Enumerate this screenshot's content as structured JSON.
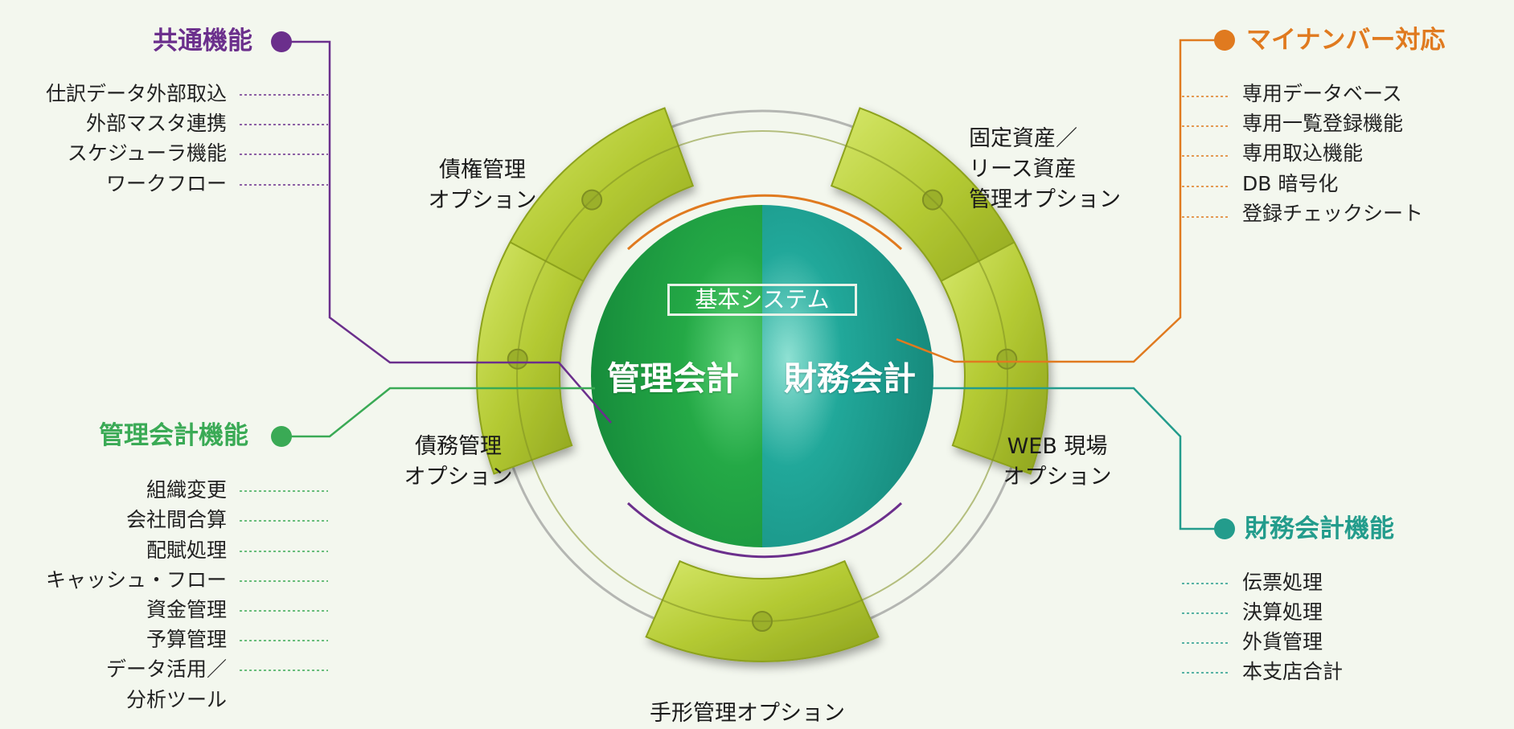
{
  "colors": {
    "common": "#6b2f8c",
    "mynumber": "#e07a1f",
    "mgmt": "#3aaa55",
    "finance": "#239c8c",
    "ring": "#b3c932",
    "mgmt_fill": "#24a946",
    "finance_fill": "#21a89a"
  },
  "center": {
    "basic_system": "基本システム",
    "management_accounting": "管理会計",
    "financial_accounting": "財務会計"
  },
  "options": {
    "credit": [
      "債権管理",
      "オプション"
    ],
    "fixed_assets": [
      "固定資産／",
      "リース資産",
      "管理オプション"
    ],
    "debt": [
      "債務管理",
      "オプション"
    ],
    "web": [
      "WEB 現場",
      "オプション"
    ],
    "bill": "手形管理オプション"
  },
  "common_functions": {
    "title": "共通機能",
    "items": [
      "仕訳データ外部取込",
      "外部マスタ連携",
      "スケジューラ機能",
      "ワークフロー"
    ]
  },
  "mynumber": {
    "title": "マイナンバー対応",
    "items": [
      "専用データベース",
      "専用一覧登録機能",
      "専用取込機能",
      "DB 暗号化",
      "登録チェックシート"
    ]
  },
  "management_functions": {
    "title": "管理会計機能",
    "items": [
      "組織変更",
      "会社間合算",
      "配賦処理",
      "キャッシュ・フロー",
      "資金管理",
      "予算管理",
      "データ活用／",
      "分析ツール"
    ]
  },
  "finance_functions": {
    "title": "財務会計機能",
    "items": [
      "伝票処理",
      "決算処理",
      "外貨管理",
      "本支店合計"
    ]
  }
}
